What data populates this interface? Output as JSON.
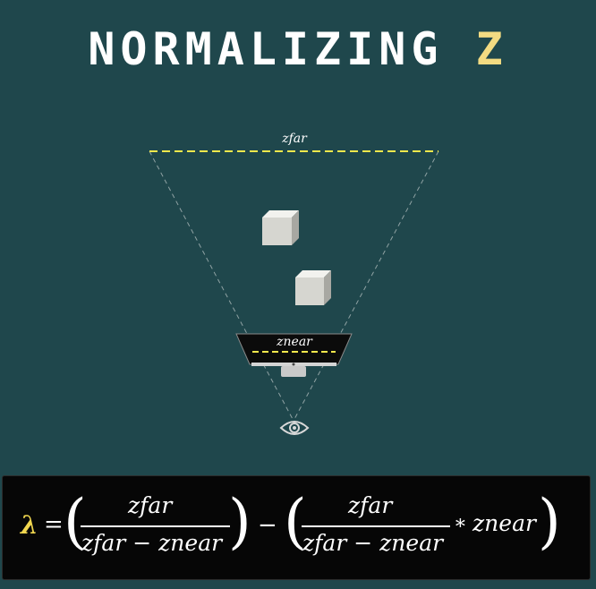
{
  "title": {
    "main": "NORMALIZING",
    "accent": "Z"
  },
  "diagram": {
    "far_label": "zfar",
    "near_label": "znear",
    "colors": {
      "background": "#1f474c",
      "plane_line": "#f2e84c",
      "title_accent": "#f3db82",
      "lambda": "#f0d64f"
    },
    "icons": [
      "cube-icon",
      "cube-icon",
      "monitor-icon",
      "eye-icon"
    ]
  },
  "formula": {
    "lambda": "λ",
    "equals": "=",
    "minus": "−",
    "times": "∗",
    "term1_numerator": "zfar",
    "term1_denominator": "zfar − znear",
    "term2_numerator": "zfar",
    "term2_denominator": "zfar − znear",
    "term2_factor": "znear",
    "open_paren": "(",
    "close_paren": ")"
  }
}
